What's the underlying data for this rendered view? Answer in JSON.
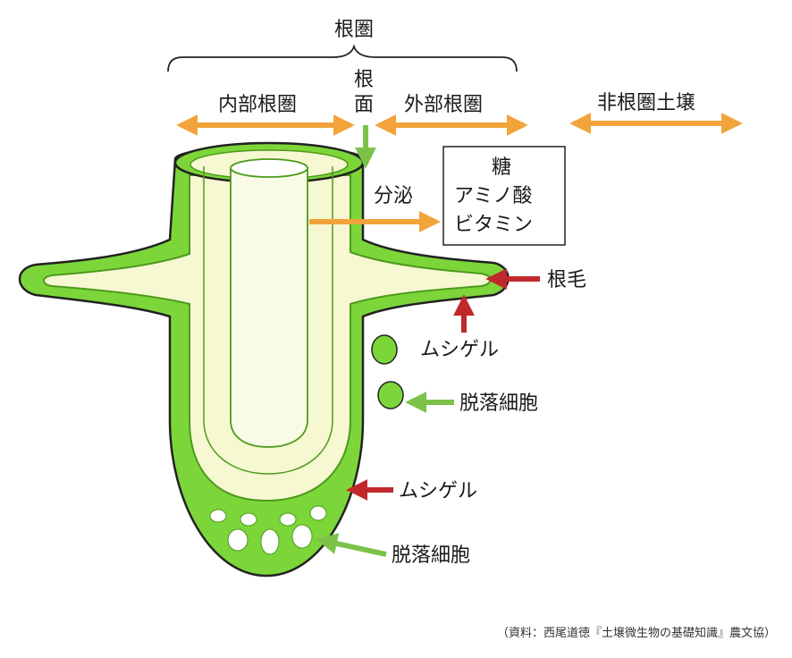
{
  "labels": {
    "rhizosphere": "根圏",
    "root_surface_1": "根",
    "root_surface_2": "面",
    "inner_rhizosphere": "内部根圏",
    "outer_rhizosphere": "外部根圏",
    "non_rhizosphere_soil": "非根圏土壌",
    "secretion": "分泌",
    "exudate_sugar": "糖",
    "exudate_amino_acid": "アミノ酸",
    "exudate_vitamin": "ビタミン",
    "root_hair": "根毛",
    "mucigel_upper": "ムシゲル",
    "sloughed_cells_upper": "脱落細胞",
    "mucigel_lower": "ムシゲル",
    "sloughed_cells_lower": "脱落細胞",
    "source": "（資料：西尾道徳『土壌微生物の基礎知識』農文協）"
  },
  "colors": {
    "root_green": "#7cd63a",
    "root_green_dark": "#4d9a1c",
    "cortex": "#f6f8d2",
    "stele": "#fafbe6",
    "orange_arrow": "#f2a33a",
    "green_arrow": "#7cc24a",
    "red_arrow": "#c0282b",
    "line": "#222222"
  }
}
